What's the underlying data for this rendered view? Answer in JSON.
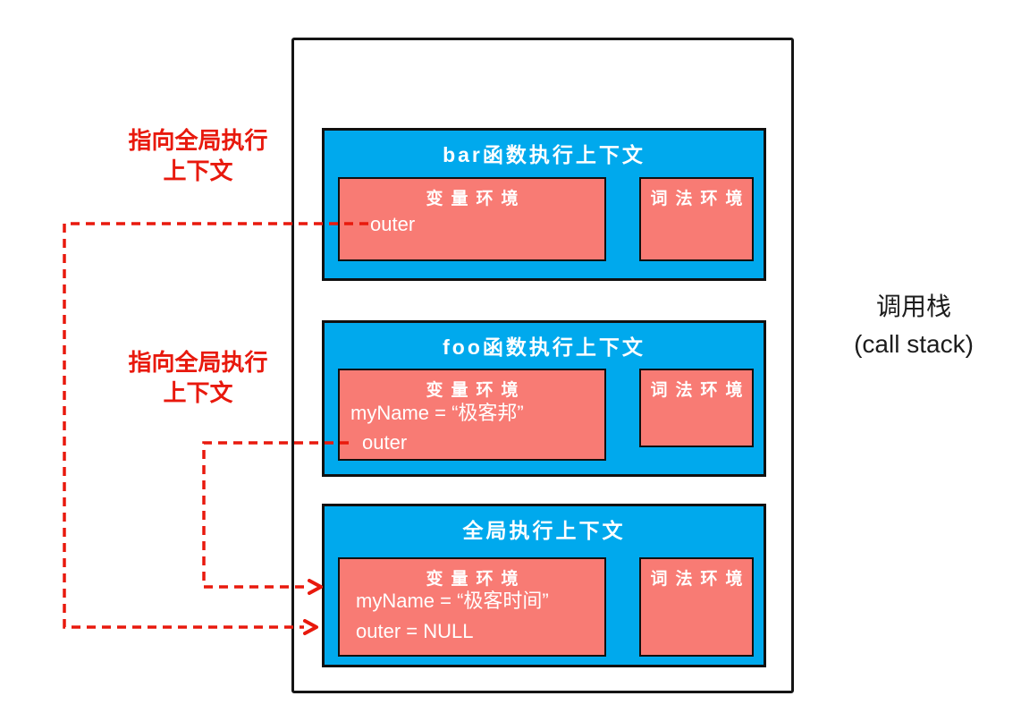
{
  "colors": {
    "context_blue": "#00a9ed",
    "env_coral": "#f87b74",
    "arrow_red": "#e8190d",
    "border_black": "#101010",
    "text_white": "#ffffff"
  },
  "annotations": {
    "pointer_note_1": {
      "line1": "指向全局执行",
      "line2": "上下文"
    },
    "pointer_note_2": {
      "line1": "指向全局执行",
      "line2": "上下文"
    },
    "call_stack_label": {
      "line1": "调用栈",
      "line2": "(call stack)"
    }
  },
  "stack": {
    "contexts": [
      {
        "title": "bar函数执行上下文",
        "variable_env": {
          "title": "变量环境",
          "entries": [
            "outer"
          ]
        },
        "lexical_env": {
          "title": "词法环境"
        }
      },
      {
        "title": "foo函数执行上下文",
        "variable_env": {
          "title": "变量环境",
          "entries": [
            "myName = “极客邦”",
            "outer"
          ]
        },
        "lexical_env": {
          "title": "词法环境"
        }
      },
      {
        "title": "全局执行上下文",
        "variable_env": {
          "title": "变量环境",
          "entries": [
            "myName = “极客时间”",
            "outer = NULL"
          ]
        },
        "lexical_env": {
          "title": "词法环境"
        }
      }
    ]
  },
  "arrows": [
    {
      "name": "bar-outer-to-global-context",
      "from": "bar.variable_env.outer",
      "to": "global-execution-context"
    },
    {
      "name": "foo-outer-to-global-context",
      "from": "foo.variable_env.outer",
      "to": "global-execution-context"
    }
  ]
}
